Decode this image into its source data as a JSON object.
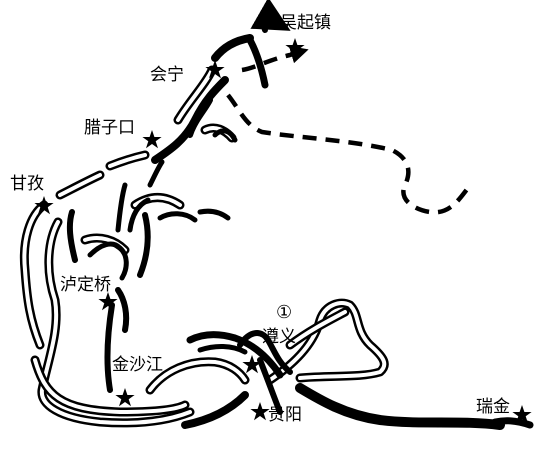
{
  "places": {
    "wuqizhen": "吴起镇",
    "huining": "会宁",
    "lazikou": "腊子口",
    "ganzi": "甘孜",
    "ludingqiao": "泸定桥",
    "jinshajiang": "金沙江",
    "zunyi": "遵义",
    "guiyang": "贵阳",
    "ruijin": "瑞金"
  },
  "marker": "①",
  "colors": {
    "ink": "#000000",
    "paper": "#ffffff"
  }
}
